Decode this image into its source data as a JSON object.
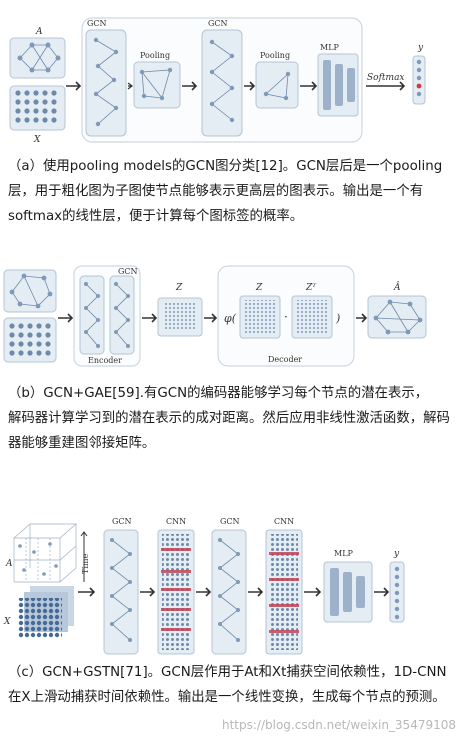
{
  "panel_a": {
    "labels": {
      "A": "A",
      "X": "X",
      "gcn1": "GCN",
      "pool1": "Pooling",
      "gcn2": "GCN",
      "pool2": "Pooling",
      "mlp": "MLP",
      "softmax": "Softmax",
      "y": "y"
    },
    "caption": "（a）使用pooling models的GCN图分类[12]。GCN层后是一个pooling层，用于粗化图为子图使节点能够表示更高层的图表示。输出是一个有softmax的线性层，便于计算每个图标签的概率。"
  },
  "panel_b": {
    "labels": {
      "gcn": "GCN",
      "encoder": "Encoder",
      "z1": "Z",
      "phi": "φ(",
      "z2": "Z",
      "dot": "·",
      "zT": "Zᵀ",
      "paren": ")",
      "decoder": "Decoder",
      "ahat": "Â"
    },
    "caption_line1": "（b）GCN+GAE[59].有GCN的编码器能够学习每个节点的潜在表示，",
    "caption_line2": "解码器计算学习到的潜在表示的成对距离。然后应用非线性激活函数，解码器能够重建图邻接矩阵。"
  },
  "panel_c": {
    "labels": {
      "gcn1": "GCN",
      "cnn1": "CNN",
      "gcn2": "GCN",
      "cnn2": "CNN",
      "mlp": "MLP",
      "y": "y",
      "time": "Time",
      "A": "A",
      "X": "X"
    },
    "caption": "（c）GCN+GSTN[71]。GCN层作用于At和Xt捕获空间依赖性，1D-CNN在X上滑动捕获时间依赖性。输出是一个线性变换，生成每个节点的预测。"
  },
  "watermark": "https://blog.csdn.net/weixin_35479108"
}
